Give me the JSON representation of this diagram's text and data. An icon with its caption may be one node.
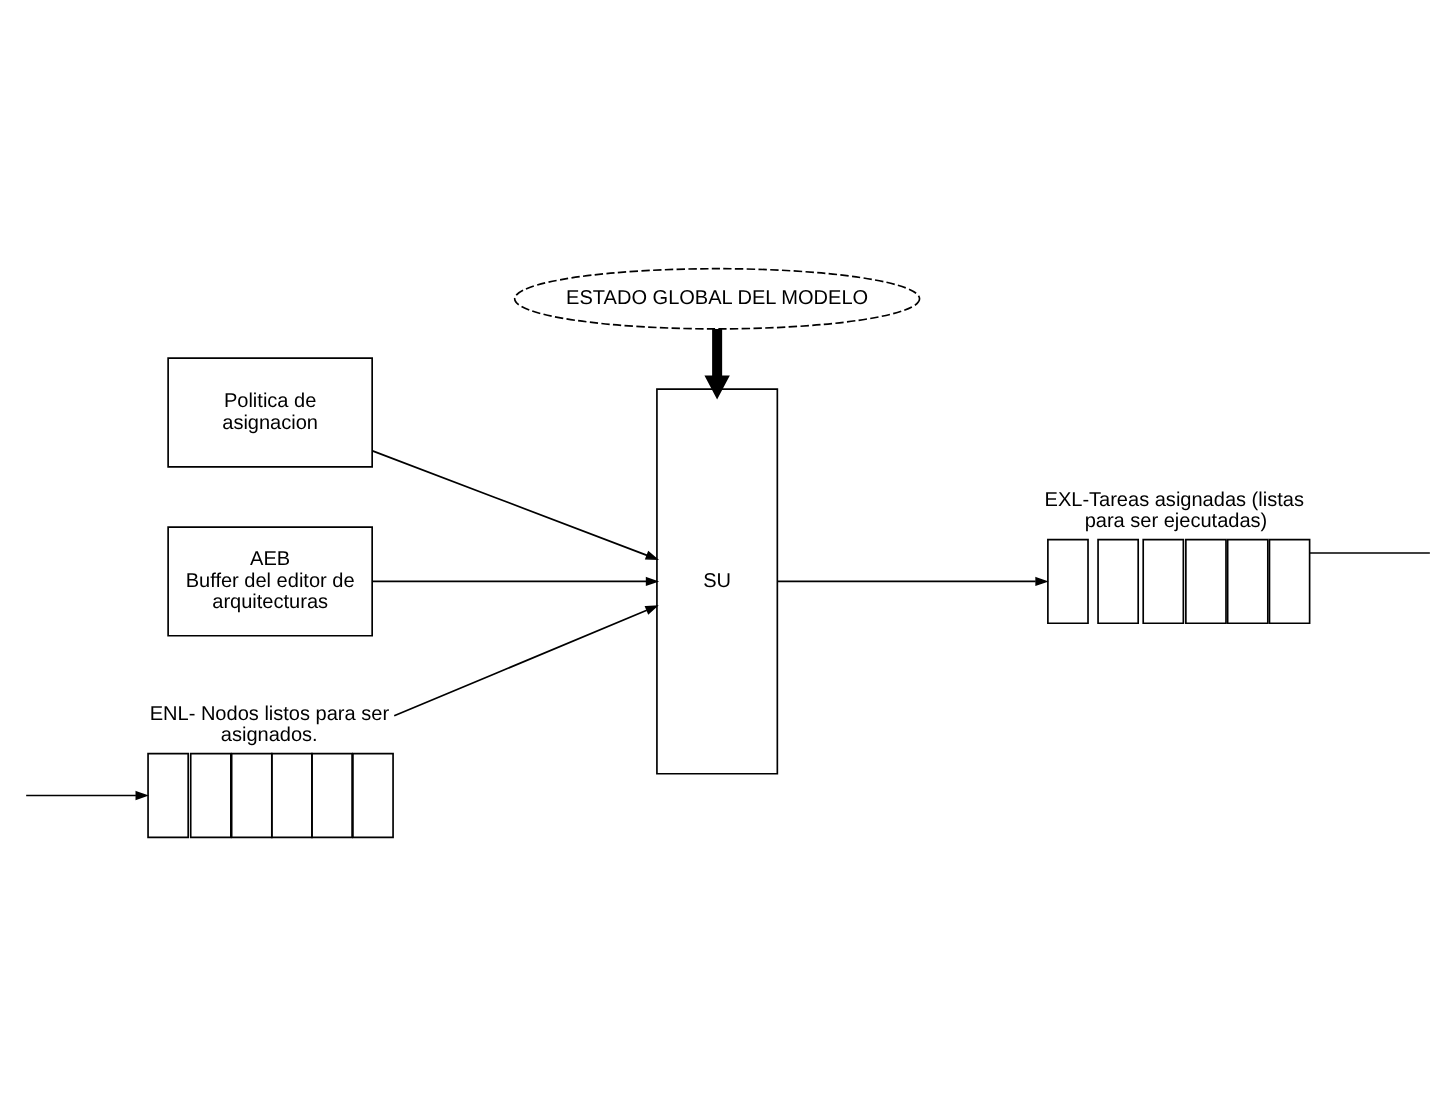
{
  "diagram": {
    "nodes": [
      {
        "text": [
          "ENL- Nodos listos para ser asignados."
        ]
      },
      {
        "text": [
          "Politica de asignacion"
        ]
      },
      {
        "text": [
          "AEB",
          "Buffer del editor de arquitecturas"
        ]
      },
      {
        "text": [
          "SU"
        ]
      },
      {
        "text": [
          "EXL-Tareas asignadas (listas para ser ejecutadas)"
        ]
      },
      {
        "text": [
          "ESTADO GLOBAL DEL MODELO"
        ]
      }
    ],
    "edges": [
      {
        "from": null,
        "to": 0,
        "arrow": "to"
      },
      {
        "from": 0,
        "to": 3,
        "arrow": "to"
      },
      {
        "from": 1,
        "to": 3,
        "arrow": "to"
      },
      {
        "from": 2,
        "to": 3,
        "arrow": "to"
      },
      {
        "from": 3,
        "to": 4,
        "arrow": "to"
      },
      {
        "from": 4,
        "to": null,
        "arrow": "none"
      },
      {
        "from": 5,
        "to": 3,
        "arrow": "to",
        "style": "thick"
      }
    ]
  }
}
